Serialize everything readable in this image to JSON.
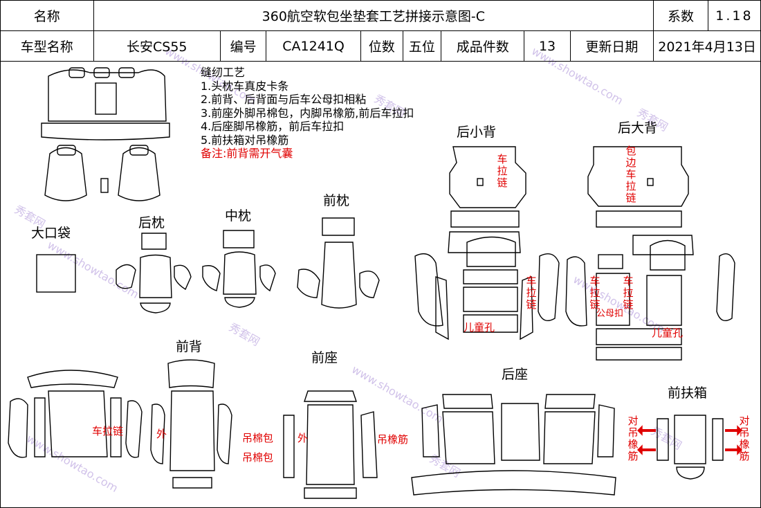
{
  "header": {
    "name_label": "名称",
    "title": "360航空软包坐垫套工艺拼接示意图-C",
    "coef_label": "系数",
    "coef_value": "1.18",
    "model_label": "车型名称",
    "model_value": "长安CS55",
    "code_label": "编号",
    "code_value": "CA1241Q",
    "seats_label": "位数",
    "seats_value": "五位",
    "pieces_label": "成品件数",
    "pieces_value": "13",
    "date_label": "更新日期",
    "date_value": "2021年4月13日"
  },
  "notes": {
    "title": "缝纫工艺",
    "lines": [
      "1.头枕车真皮卡条",
      "2.前背、后背面与后车公母扣相粘",
      "3.前座外脚吊棉包，内脚吊橡筋,前后车拉扣",
      "4.后座脚吊橡筋，前后车拉扣",
      "5.前扶箱对吊橡筋"
    ],
    "remark": "备注:前背需开气囊"
  },
  "sections": {
    "big_pocket": "大口袋",
    "rear_headrest": "后枕",
    "mid_headrest": "中枕",
    "front_headrest": "前枕",
    "rear_small_back": "后小背",
    "rear_big_back": "后大背",
    "front_back": "前背",
    "front_seat": "前座",
    "rear_seat": "后座",
    "front_armrest": "前扶箱"
  },
  "annotations": {
    "zip1": "车拉链",
    "wrap_zip": "包边车拉链",
    "zip2": "车拉链",
    "zip3": "车拉链",
    "zip4": "车拉链",
    "male_female": "公母扣",
    "child_hole1": "儿童孔",
    "child_hole2": "儿童孔",
    "front_back_zip": "车拉链",
    "outer1": "外",
    "cotton1": "吊棉包",
    "cotton2": "吊棉包",
    "outer2": "外",
    "elastic": "吊橡筋",
    "pair_elastic_l": "对吊橡筋",
    "pair_elastic_r": "对吊橡筋"
  },
  "watermark": {
    "text1": "秀套网",
    "text2": "www.showtao.com"
  },
  "colors": {
    "accent_red": "#e00000",
    "watermark": "#c9b8e6"
  }
}
